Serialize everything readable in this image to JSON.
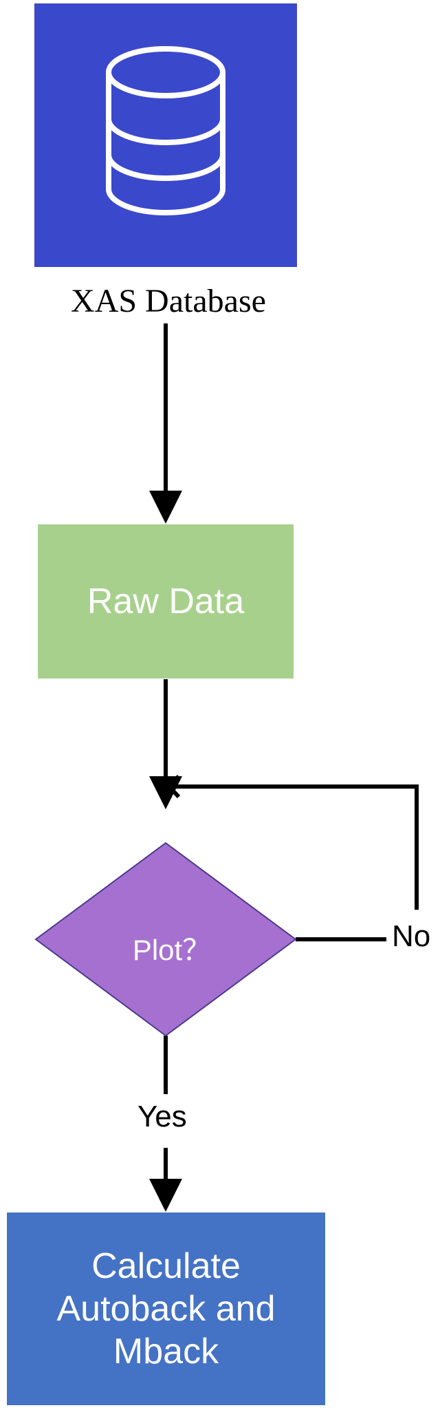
{
  "nodes": {
    "database": {
      "caption": "XAS Database",
      "fill": "#3a48cc",
      "icon": "database-cylinder-icon"
    },
    "raw_data": {
      "label": "Raw Data",
      "fill": "#a8d08d"
    },
    "decision": {
      "label": "Plot？",
      "fill": "#a670d0"
    },
    "calculate": {
      "lines": [
        "Calculate",
        "Autoback and",
        "Mback"
      ],
      "fill": "#4472c4"
    }
  },
  "edges": {
    "no_label": "No",
    "yes_label": "Yes"
  }
}
